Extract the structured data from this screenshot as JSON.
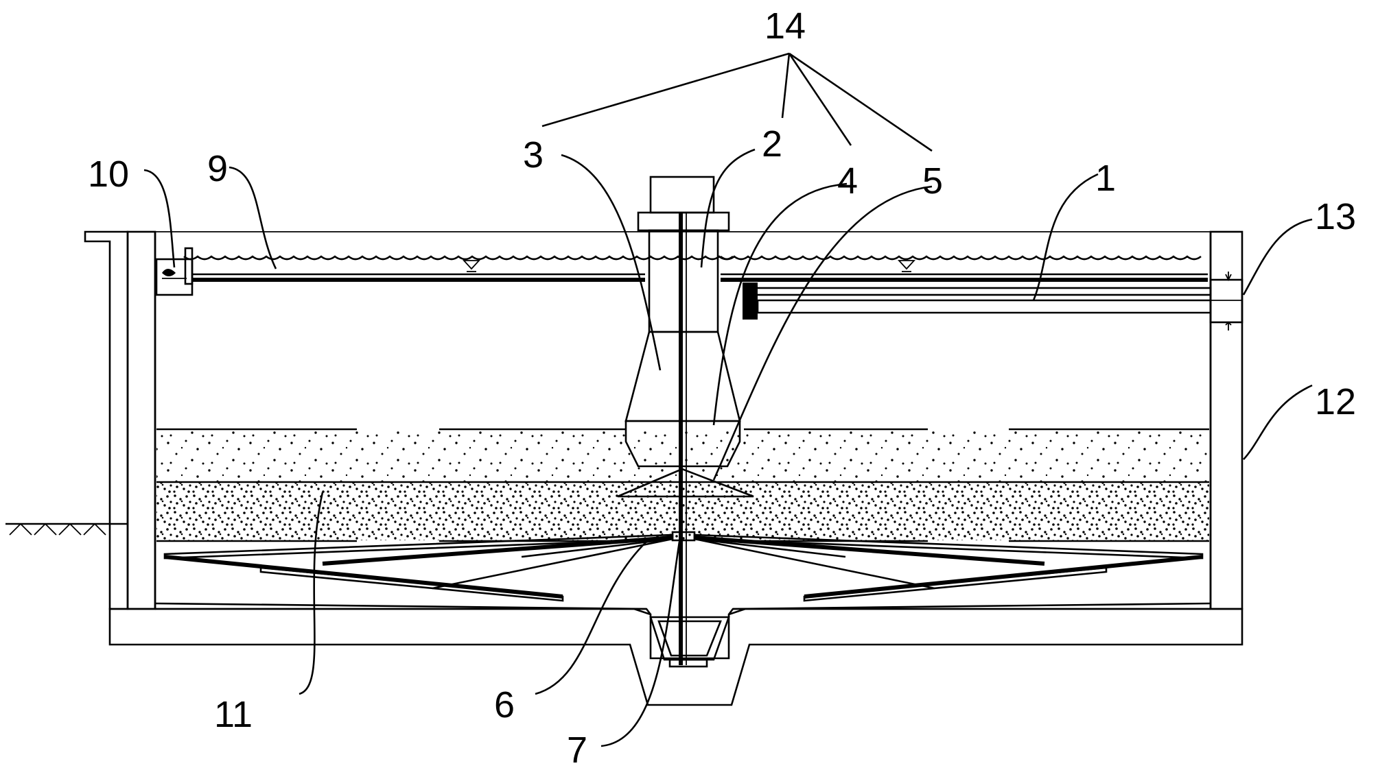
{
  "diagram": {
    "labels": {
      "l1": "1",
      "l2": "2",
      "l3": "3",
      "l4": "4",
      "l5": "5",
      "l6": "6",
      "l7": "7",
      "l9": "9",
      "l10": "10",
      "l11": "11",
      "l12": "12",
      "l13": "13",
      "l14": "14"
    }
  }
}
